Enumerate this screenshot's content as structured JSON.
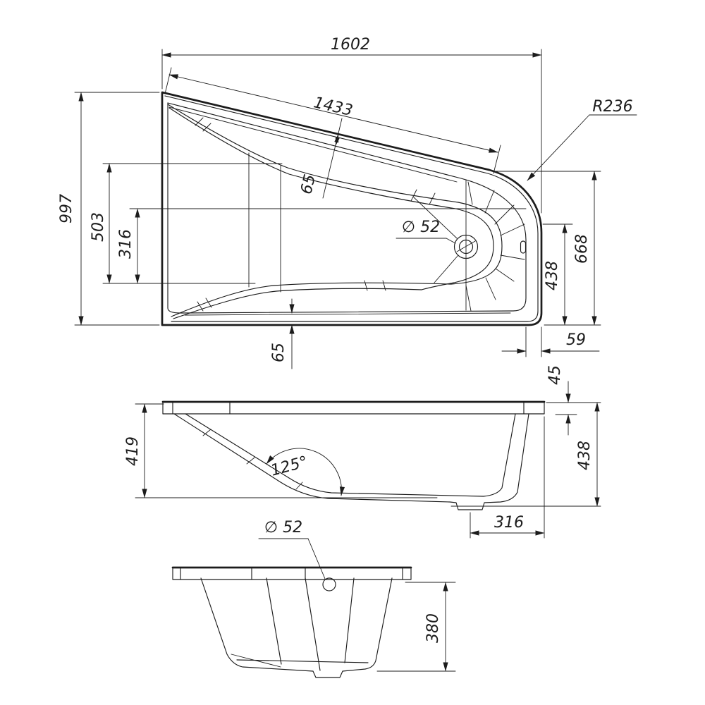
{
  "colors": {
    "background": "#ffffff",
    "line": "#1c1c1c"
  },
  "top_view": {
    "dim_overall_length": "1602",
    "dim_opening_length": "1433",
    "dim_overall_width": "997",
    "dim_width_503": "503",
    "dim_width_316": "316",
    "dim_rim_top": "65",
    "dim_rim_bottom": "65",
    "dim_corner_radius": "R236",
    "dim_drain": "∅ 52",
    "dim_right_668": "668",
    "dim_right_438": "438",
    "dim_edge_59": "59"
  },
  "side_view": {
    "dim_depth_419": "419",
    "dim_angle": "125°",
    "dim_rim_45": "45",
    "dim_height_438": "438",
    "dim_base_316": "316"
  },
  "end_view": {
    "dim_drain": "∅ 52",
    "dim_height_380": "380"
  }
}
